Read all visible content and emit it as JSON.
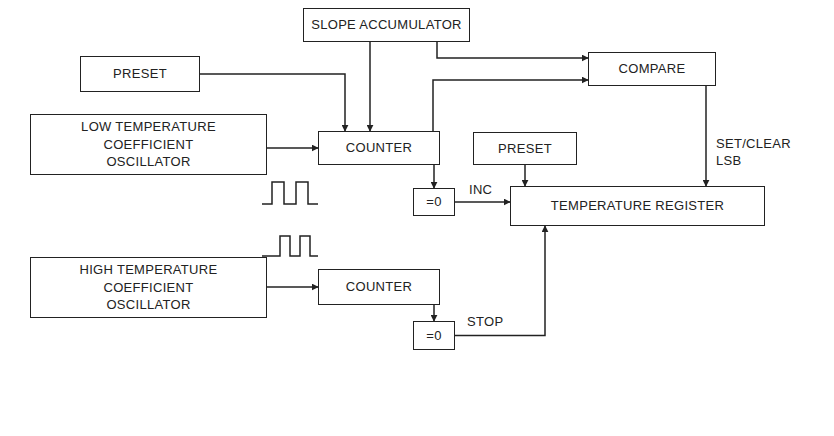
{
  "diagram": {
    "nodes": [
      {
        "text": [
          "SLOPE ACCUMULATOR"
        ]
      },
      {
        "text": [
          "PRESET"
        ]
      },
      {
        "text": [
          "COMPARE"
        ]
      },
      {
        "text": [
          "LOW TEMPERATURE COEFFICIENT OSCILLATOR"
        ]
      },
      {
        "text": [
          "COUNTER"
        ]
      },
      {
        "text": [
          "PRESET"
        ]
      },
      {
        "text": [
          "=0"
        ]
      },
      {
        "text": [
          "TEMPERATURE REGISTER"
        ]
      },
      {
        "text": [
          "HIGH TEMPERATURE COEFFICIENT OSCILLATOR"
        ]
      },
      {
        "text": [
          "COUNTER"
        ]
      },
      {
        "text": [
          "=0"
        ]
      }
    ],
    "edges": [
      {
        "from": 0,
        "to": 4,
        "arrow": "to"
      },
      {
        "from": 0,
        "to": 2,
        "arrow": "to"
      },
      {
        "from": 1,
        "to": 4,
        "arrow": "to"
      },
      {
        "from": 4,
        "to": 2,
        "arrow": "to"
      },
      {
        "from": 3,
        "to": 4,
        "arrow": "to"
      },
      {
        "from": 4,
        "to": 6,
        "arrow": "to"
      },
      {
        "from": 6,
        "to": 7,
        "label": "INC",
        "arrow": "to"
      },
      {
        "from": 5,
        "to": 7,
        "arrow": "to"
      },
      {
        "from": 2,
        "to": 7,
        "label": "SET/CLEAR LSB",
        "arrow": "to"
      },
      {
        "from": 8,
        "to": 9,
        "arrow": "to"
      },
      {
        "from": 9,
        "to": 10,
        "arrow": "to"
      },
      {
        "from": 10,
        "to": 7,
        "label": "STOP",
        "arrow": "to"
      }
    ]
  }
}
